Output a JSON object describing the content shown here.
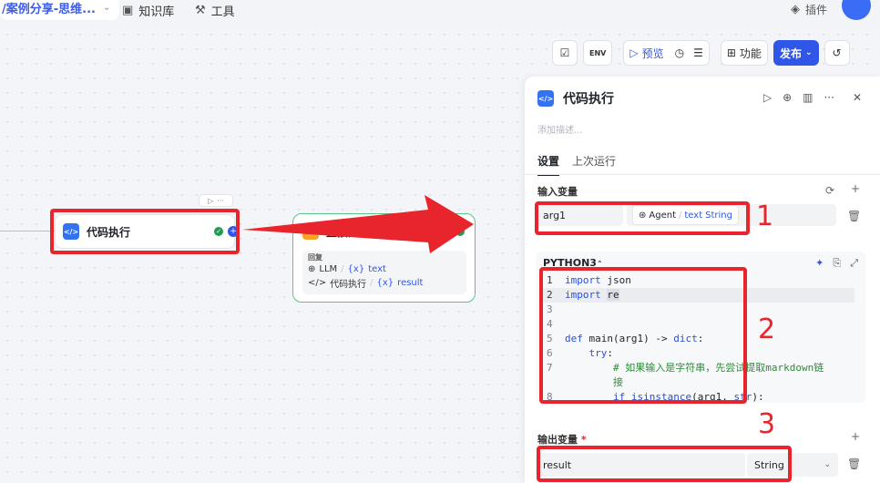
{
  "topbar": {
    "crumb_title": "/案例分享-思维...",
    "nav": [
      {
        "label": "知识库",
        "icon": "book-icon"
      },
      {
        "label": "工具",
        "icon": "tool-icon"
      }
    ],
    "plugin_label": "插件"
  },
  "toolbar": {
    "preview_label": "预览",
    "features_label": "功能",
    "publish_label": "发布"
  },
  "canvas": {
    "node_code": {
      "title": "代码执行"
    },
    "node_reply": {
      "title": "直接回复",
      "body_label": "回复",
      "refs": [
        {
          "source": "LLM",
          "var": "text"
        },
        {
          "source": "代码执行",
          "var": "result"
        }
      ]
    }
  },
  "panel": {
    "title": "代码执行",
    "desc_placeholder": "添加描述...",
    "tabs": [
      "设置",
      "上次运行"
    ],
    "input_section": "输入变量",
    "input": {
      "name": "arg1",
      "ref_source": "Agent",
      "ref_var": "text",
      "ref_type": "String"
    },
    "language": "PYTHON3",
    "code_lines": [
      {
        "n": "1",
        "text": "import json"
      },
      {
        "n": "2",
        "text": "import re"
      },
      {
        "n": "3",
        "text": ""
      },
      {
        "n": "4",
        "text": ""
      },
      {
        "n": "5",
        "text": "def main(arg1) -> dict:"
      },
      {
        "n": "6",
        "text": "    try:"
      },
      {
        "n": "7",
        "text": "        # 如果输入是字符串，先尝试提取markdown链"
      },
      {
        "n": "",
        "text": "        接"
      },
      {
        "n": "8",
        "text": "        if isinstance(arg1, str):"
      }
    ],
    "output_section": "输出变量",
    "output": {
      "name": "result",
      "type": "String"
    }
  },
  "annotations": [
    "1",
    "2",
    "3"
  ],
  "colors": {
    "accent": "#3056e8",
    "highlight": "#e8242c",
    "success": "#1f9d55"
  }
}
